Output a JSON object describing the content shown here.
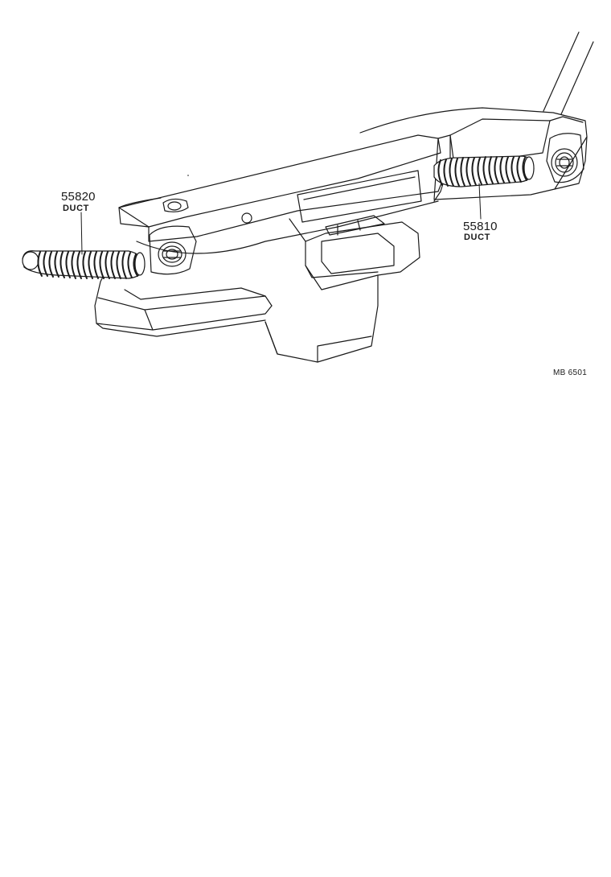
{
  "parts": [
    {
      "number": "55820",
      "name": "DUCT"
    },
    {
      "number": "55810",
      "name": "DUCT"
    }
  ],
  "figure_code": "MB 6501",
  "colors": {
    "line": "#1a1a1a",
    "background": "#ffffff"
  }
}
